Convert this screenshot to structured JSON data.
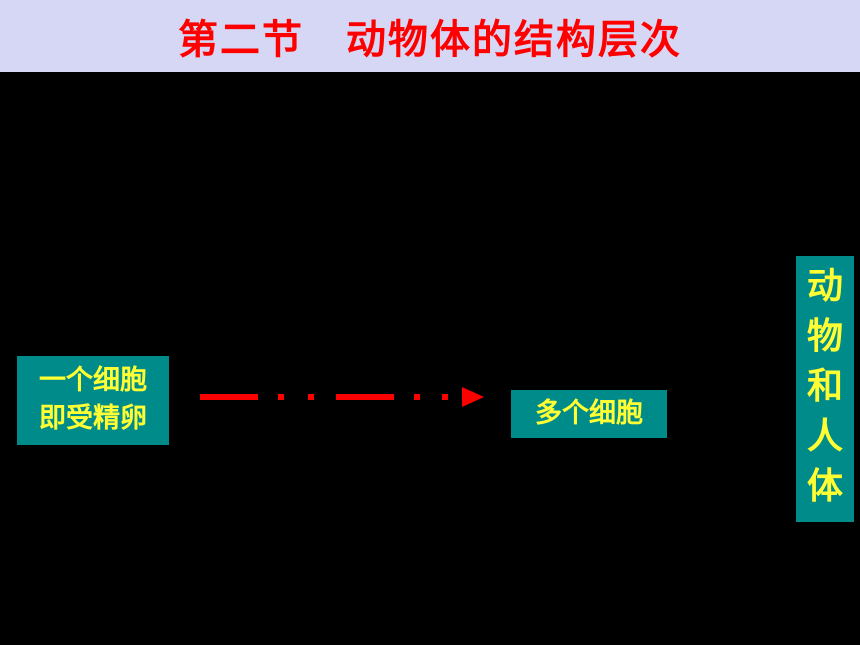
{
  "slide": {
    "title": "第二节　动物体的结构层次",
    "single_cell_lines": [
      "一个细胞",
      "即受精卵"
    ],
    "multi_cell_label": "多个细胞",
    "vertical_label_chars": [
      "动",
      "物",
      "和",
      "人",
      "体"
    ]
  },
  "colors": {
    "background": "#000000",
    "title_bar": "#d6d6f5",
    "title_text": "#ff0000",
    "box_fill": "#008b8b",
    "box_text": "#ffff33",
    "arrow": "#ff0000"
  },
  "icons": {
    "arrow": "dash-dot-arrow-right-icon"
  }
}
